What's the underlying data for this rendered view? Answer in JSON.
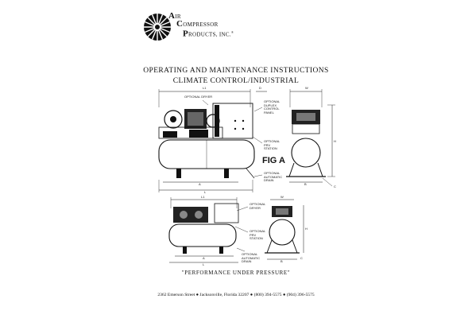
{
  "logo": {
    "line1_initial": "A",
    "line1_rest": "IR",
    "line2_initial": "C",
    "line2_rest": "OMPRESSOR",
    "line3_initial": "P",
    "line3_rest": "RODUCTS, INC.",
    "reg": "®"
  },
  "document": {
    "title_line1": "OPERATING AND MAINTENANCE INSTRUCTIONS",
    "title_line2": "CLIMATE CONTROL/INDUSTRIAL",
    "tagline": "\"PERFORMANCE UNDER PRESSURE\"",
    "address": "2362 Emerson Street ●  Jacksonville, Florida 32207 ●   (800) 394-5575 ●   (904) 396-5575"
  },
  "figure_a": {
    "label": "FIG A",
    "callouts": {
      "optional_dryer": "OPTIONAL DRYER",
      "optional_duplex": "OPTIONAL DUPLEX CONTROL PANEL",
      "optional_prv": "OPTIONAL PRV STATION",
      "optional_drain": "OPTIONAL AUTOMATIC DRAIN"
    },
    "dims": {
      "l1": "L1",
      "d": "D",
      "a": "A",
      "l": "L",
      "w": "W",
      "h": "H",
      "b": "B",
      "c": "C"
    }
  },
  "figure_b": {
    "callouts": {
      "optional_dryer": "OPTIONAL DRYER",
      "optional_prv": "OPTIONAL PRV STATION",
      "optional_drain": "OPTIONAL AUTOMATIC DRAIN"
    },
    "dims": {
      "l1": "L1",
      "a": "A",
      "l": "L",
      "w": "W",
      "h": "H",
      "b": "B",
      "c": "C"
    }
  }
}
